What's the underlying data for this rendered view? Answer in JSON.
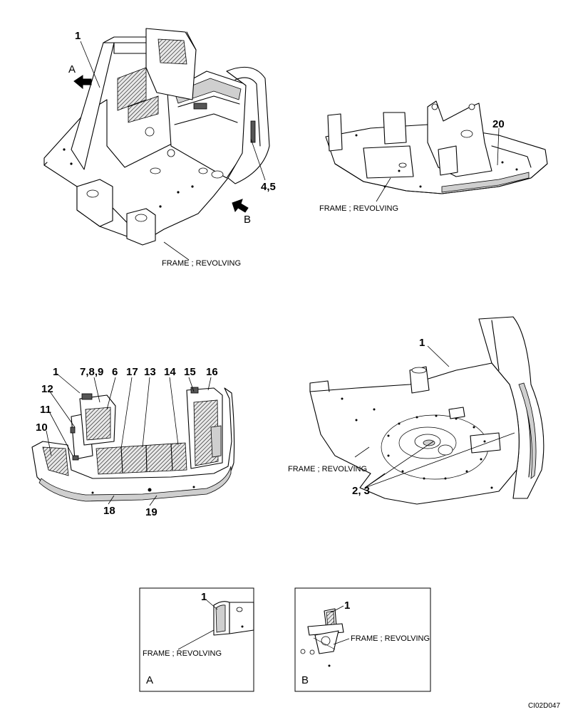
{
  "views": {
    "main_left": {
      "callouts": [
        "1",
        "A",
        "4,5",
        "B"
      ],
      "caption": "FRAME ; REVOLVING"
    },
    "main_right": {
      "callouts": [
        "20"
      ],
      "caption": "FRAME ; REVOLVING"
    },
    "rear_cover": {
      "callouts": [
        "1",
        "7,8,9",
        "6",
        "17",
        "13",
        "14",
        "15",
        "16",
        "12",
        "11",
        "10",
        "18",
        "19"
      ]
    },
    "underside": {
      "callouts": [
        "1",
        "2, 3"
      ],
      "caption": "FRAME ; REVOLVING"
    },
    "detail_a": {
      "callout": "1",
      "caption": "FRAME ; REVOLVING",
      "letter": "A"
    },
    "detail_b": {
      "callout": "1",
      "caption": "FRAME ; REVOLVING",
      "letter": "B"
    }
  },
  "doc_id": "CI02D047",
  "icons": [
    "view-arrow-a-icon",
    "view-arrow-b-icon"
  ]
}
